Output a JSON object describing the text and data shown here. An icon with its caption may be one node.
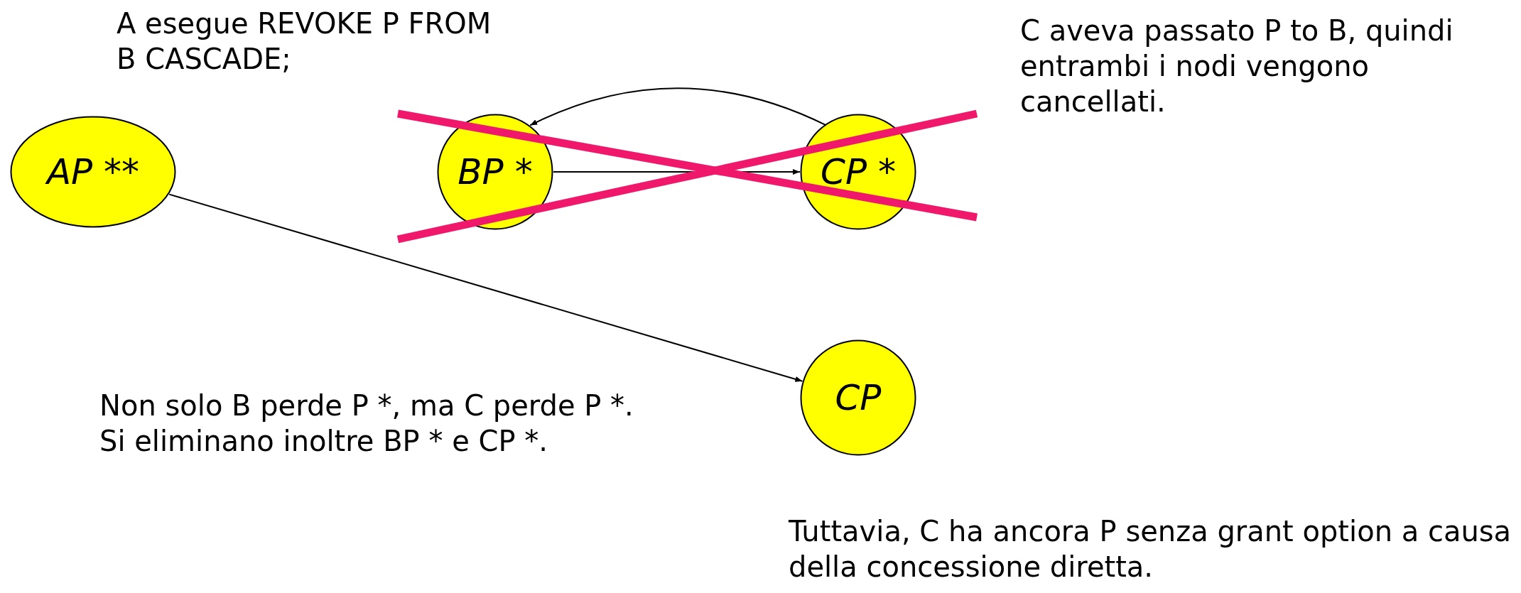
{
  "diagram": {
    "nodes": [
      {
        "text": [
          "AP **"
        ]
      },
      {
        "text": [
          "BP *"
        ]
      },
      {
        "text": [
          "CP *"
        ]
      },
      {
        "text": [
          "CP"
        ]
      }
    ],
    "edges": [
      {
        "from": 0,
        "to": 3,
        "arrow": "to"
      },
      {
        "from": 1,
        "to": 2,
        "arrow": "to"
      },
      {
        "from": 2,
        "to": 1,
        "arrow": "to"
      }
    ],
    "labels": [
      "A esegue REVOKE P FROM B CASCADE;",
      "C aveva passato P to B, quindi entrambi i nodi vengono cancellati.",
      "Non solo B perde P *, ma C perde P *. Si eliminano inoltre BP * e CP *.",
      "Tuttavia, C ha ancora P senza grant option a causa della concessione diretta."
    ]
  }
}
